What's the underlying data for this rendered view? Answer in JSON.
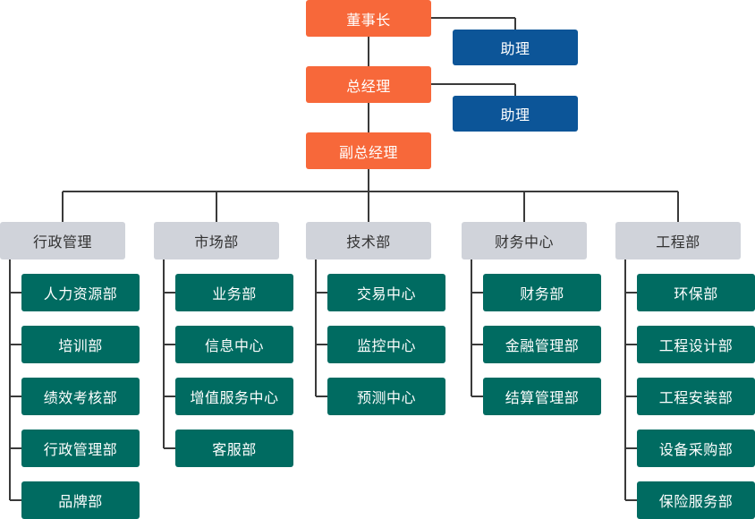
{
  "chairman": "董事长",
  "general_manager": "总经理",
  "deputy_general_manager": "副总经理",
  "assistants": [
    "助理",
    "助理"
  ],
  "colors": {
    "executive": "#f7683a",
    "assistant": "#0c5598",
    "department": "#d0d3da",
    "sub_unit": "#006b61",
    "line": "#3a3a3a"
  },
  "departments": [
    {
      "name": "行政管理",
      "units": [
        "人力资源部",
        "培训部",
        "绩效考核部",
        "行政管理部",
        "品牌部"
      ]
    },
    {
      "name": "市场部",
      "units": [
        "业务部",
        "信息中心",
        "增值服务中心",
        "客服部"
      ]
    },
    {
      "name": "技术部",
      "units": [
        "交易中心",
        "监控中心",
        "预测中心"
      ]
    },
    {
      "name": "财务中心",
      "units": [
        "财务部",
        "金融管理部",
        "结算管理部"
      ]
    },
    {
      "name": "工程部",
      "units": [
        "环保部",
        "工程设计部",
        "工程安装部",
        "设备采购部",
        "保险服务部"
      ]
    }
  ]
}
